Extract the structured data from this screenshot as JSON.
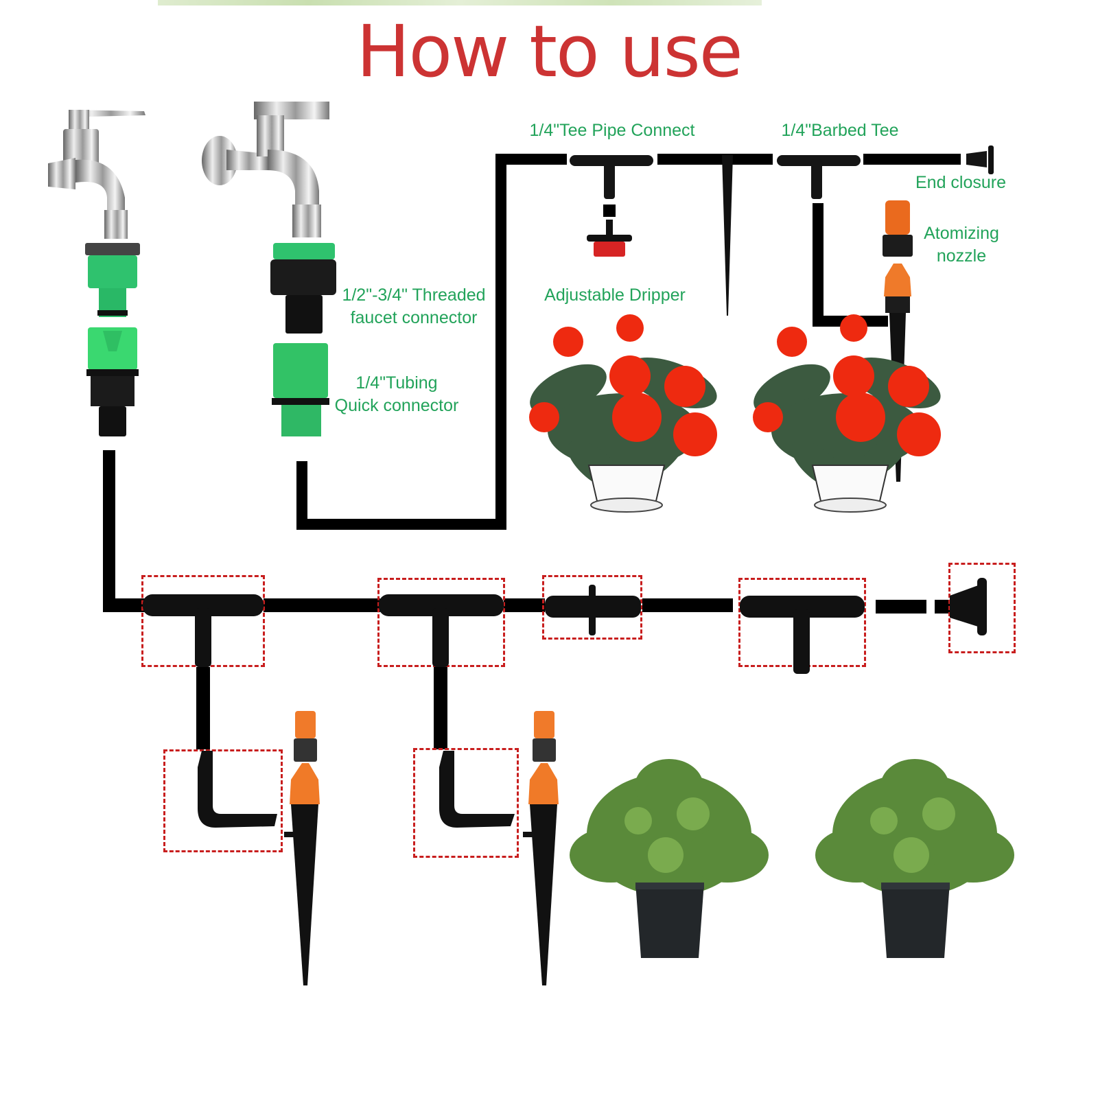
{
  "header": {
    "title": "How to use",
    "title_color": "#cc3333"
  },
  "labels": {
    "threaded_connector": [
      "1/2\"-3/4\" Threaded",
      "faucet connector"
    ],
    "quick_connector": [
      "1/4\"Tubing",
      "Quick connector"
    ],
    "tee_pipe_connect": "1/4\"Tee Pipe Connect",
    "barbed_tee": "1/4\"Barbed Tee",
    "end_closure": "End closure",
    "adjustable_dripper": "Adjustable Dripper",
    "atomizing_nozzle": [
      "Atomizing",
      "nozzle"
    ],
    "label_color": "#22a35a"
  },
  "upper_line": {
    "components": [
      "faucet",
      "threaded faucet connector",
      "tubing quick connector",
      "tee pipe connect",
      "adjustable dripper",
      "stake",
      "barbed tee",
      "atomizing nozzle",
      "end closure"
    ],
    "plants": [
      "red impatiens in white pot",
      "red impatiens in white pot"
    ]
  },
  "lower_line": {
    "highlighted_parts": [
      "tee connector",
      "tee connector",
      "straight coupler",
      "tee connector",
      "end plug",
      "elbow connector",
      "elbow connector"
    ],
    "sprinklers": [
      "orange misting stake",
      "orange misting stake"
    ],
    "plants": [
      "thyme in black pot",
      "thyme in black pot"
    ],
    "highlight_color": "#c81e1e"
  }
}
